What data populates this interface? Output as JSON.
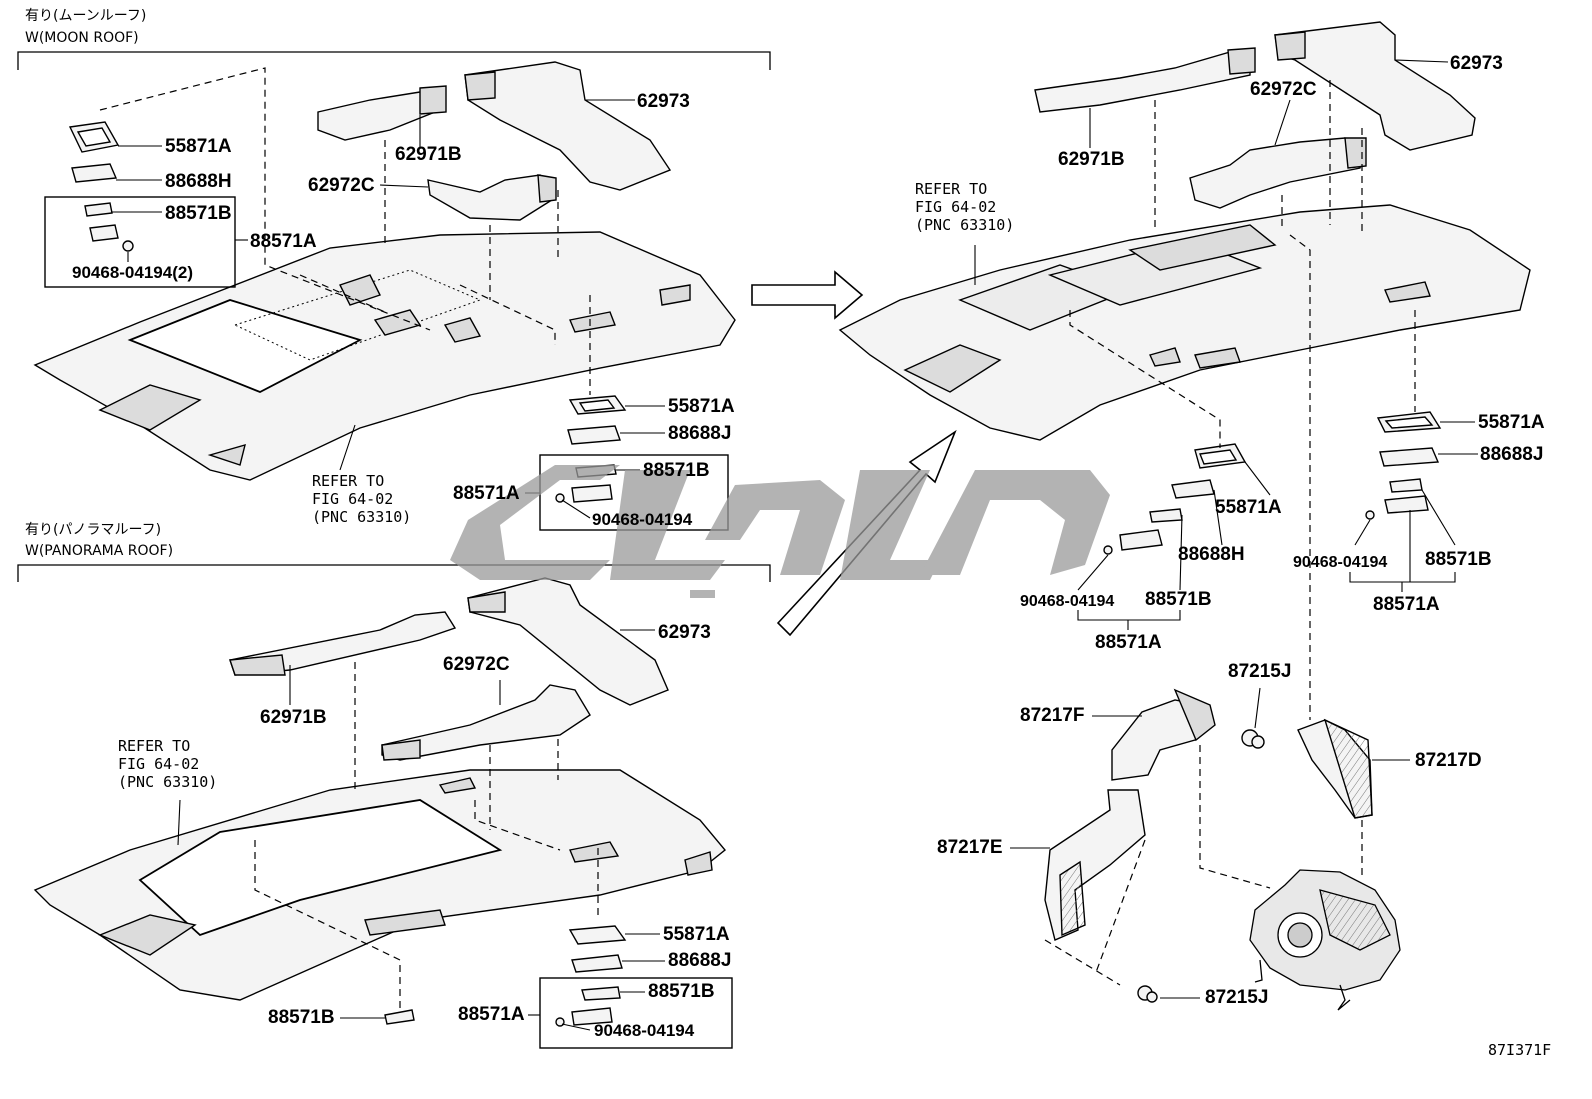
{
  "sections": {
    "moon_roof": {
      "title_jp": "有り(ムーンルーフ)",
      "title_en": "W(MOON ROOF)"
    },
    "panorama_roof": {
      "title_jp": "有り(パノラマルーフ)",
      "title_en": "W(PANORAMA ROOF)"
    }
  },
  "refer": {
    "line1": "REFER TO",
    "line2": "FIG 64-02",
    "line3": "(PNC 63310)"
  },
  "labels": {
    "p55871A": "55871A",
    "p88688H": "88688H",
    "p88688J": "88688J",
    "p88571A": "88571A",
    "p88571B": "88571B",
    "p90468": "90468-04194",
    "p90468_2": "90468-04194(2)",
    "p62971B": "62971B",
    "p62972C": "62972C",
    "p62973": "62973",
    "p87215J": "87215J",
    "p87217D": "87217D",
    "p87217E": "87217E",
    "p87217F": "87217F"
  },
  "figure_id": "87I371F",
  "colors": {
    "line": "#000000",
    "part_fill": "#f4f4f4",
    "shade": "#bdbdbd",
    "watermark": "#9a9a9a"
  }
}
